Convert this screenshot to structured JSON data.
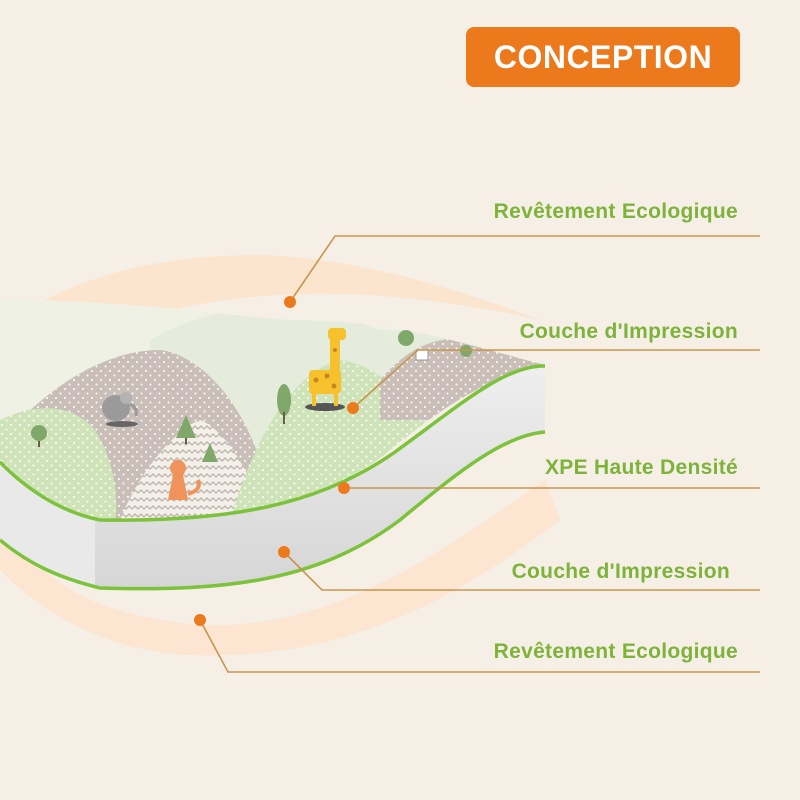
{
  "header": {
    "title": "CONCEPTION"
  },
  "layers": [
    {
      "label": "Revêtement Ecologique"
    },
    {
      "label": "Couche d'Impression"
    },
    {
      "label": "XPE Haute Densité"
    },
    {
      "label": "Couche d'Impression"
    },
    {
      "label": "Revêtement Ecologique"
    }
  ],
  "colors": {
    "accent": "#ec7a1c",
    "label_green": "#7db33a",
    "leader_line": "#c8954e",
    "background": "#f6efe6",
    "foam_edge": "#7cc23a",
    "coating": "#fde3cc"
  }
}
